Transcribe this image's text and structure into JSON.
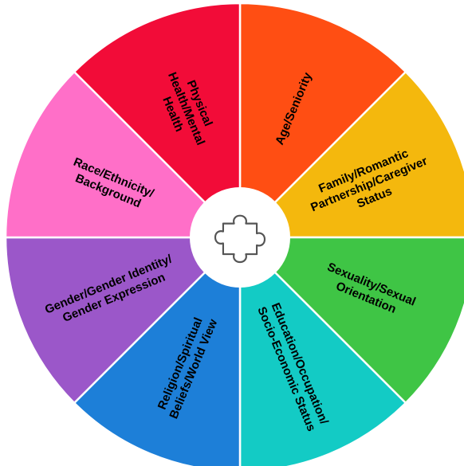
{
  "segments": [
    {
      "lines": [
        "Age/Seniority"
      ],
      "color": "#FF4E13"
    },
    {
      "lines": [
        "Family/Romantic",
        "Partnership/Caregiver",
        "Status"
      ],
      "color": "#F4B80D"
    },
    {
      "lines": [
        "Sexuality/Sexual",
        "Orientation"
      ],
      "color": "#3FC545"
    },
    {
      "lines": [
        "Education/Occupation/",
        "Socio-Economic Status"
      ],
      "color": "#13CBC5"
    },
    {
      "lines": [
        "Religion/Spiritual",
        "Beliefs/World View"
      ],
      "color": "#1D7FD8"
    },
    {
      "lines": [
        "Gender/Gender Identity/",
        "Gender Expression"
      ],
      "color": "#9B57C9"
    },
    {
      "lines": [
        "Race/Ethnicity/",
        "Background"
      ],
      "color": "#FF6FC8"
    },
    {
      "lines": [
        "Physical",
        "Health/Mental",
        "Health"
      ],
      "color": "#F20C38"
    }
  ],
  "center_icon": "puzzle-piece-icon"
}
